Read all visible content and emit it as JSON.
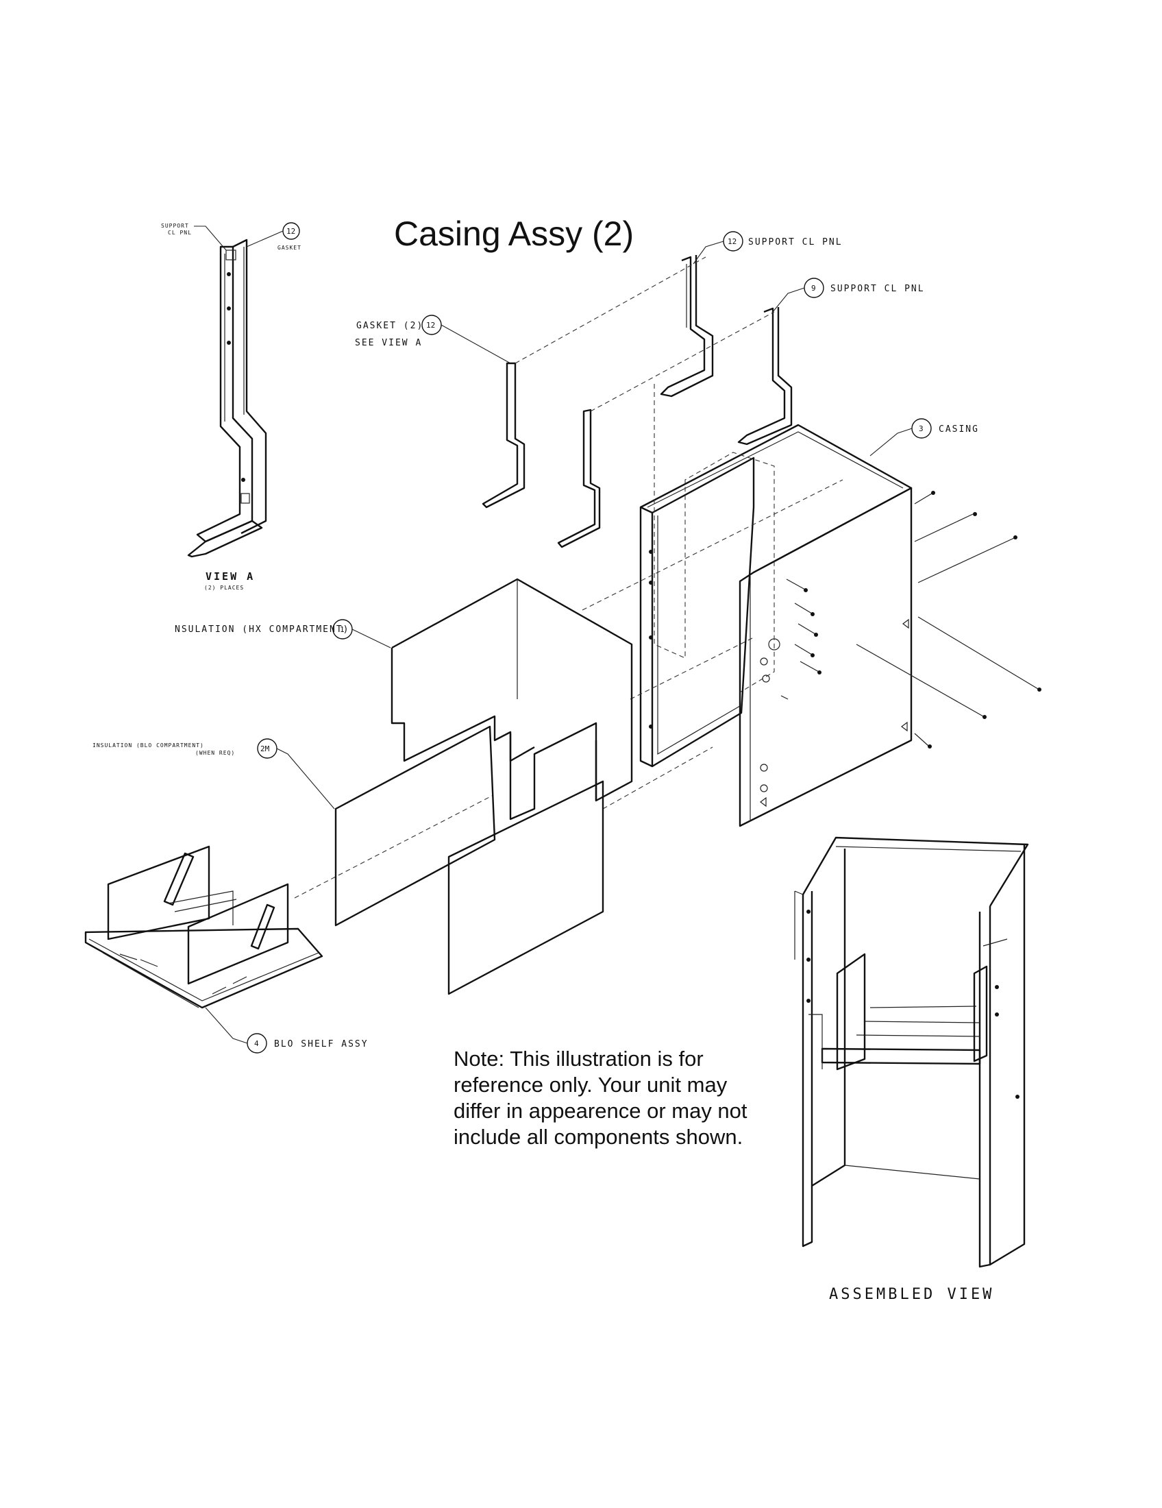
{
  "title": "Casing Assy (2)",
  "note": {
    "lines": [
      "Note: This illustration is for",
      "reference only. Your unit may",
      "differ in appearence or may not",
      "include all components shown."
    ]
  },
  "view_a": {
    "title": "VIEW A",
    "subtitle": "(2) PLACES",
    "support_label_line1": "SUPPORT",
    "support_label_line2": "CL PNL",
    "gasket_label": "GASKET",
    "gasket_callout": "12"
  },
  "callouts": [
    {
      "number": "12",
      "label": "SUPPORT CL PNL"
    },
    {
      "number": "9",
      "label": "SUPPORT CL PNL"
    },
    {
      "number": "3",
      "label": "CASING"
    },
    {
      "number": "1",
      "label": "NSULATION (HX COMPARTMENT)"
    },
    {
      "number": "2M",
      "label": "INSULATION (BLO COMPARTMENT)",
      "label2": "(WHEN REQ)"
    },
    {
      "number": "4",
      "label": "BLO SHELF ASSY"
    }
  ],
  "gasket_callout": {
    "number": "12",
    "label": "GASKET (2)",
    "sublabel": "SEE VIEW A"
  },
  "assembled_view_label": "ASSEMBLED VIEW"
}
